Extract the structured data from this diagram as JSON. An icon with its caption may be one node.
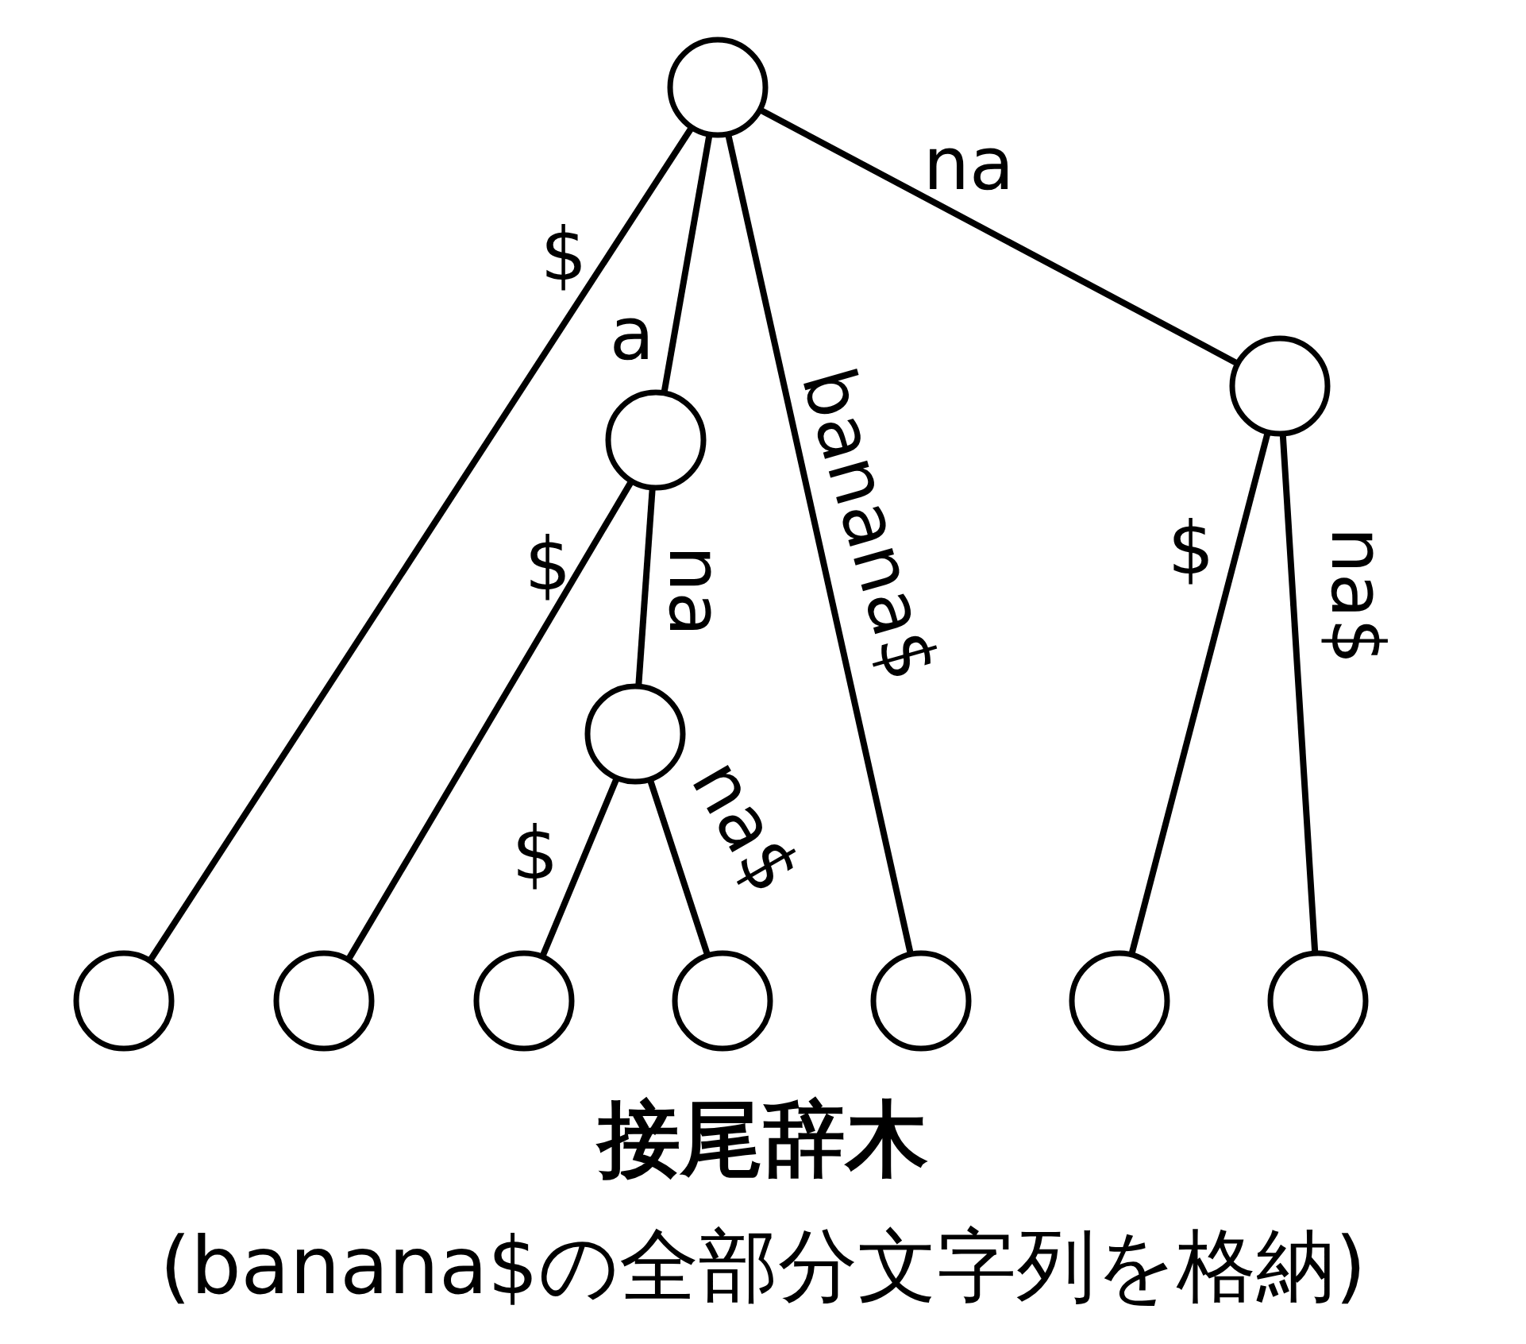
{
  "diagram": {
    "title": "接尾辞木",
    "caption": "(banana$の全部分文字列を格納)",
    "nodes": [
      {
        "text": [],
        "shape": "circle"
      },
      {
        "text": [],
        "shape": "circle"
      },
      {
        "text": [],
        "shape": "circle"
      },
      {
        "text": [],
        "shape": "circle"
      },
      {
        "text": [],
        "shape": "circle"
      },
      {
        "text": [],
        "shape": "circle"
      },
      {
        "text": [],
        "shape": "circle"
      },
      {
        "text": [],
        "shape": "circle"
      },
      {
        "text": [],
        "shape": "circle"
      },
      {
        "text": [],
        "shape": "circle"
      },
      {
        "text": [],
        "shape": "circle"
      }
    ],
    "edges": [
      {
        "from": 0,
        "to": 4,
        "arrow": "none",
        "label": "$"
      },
      {
        "from": 0,
        "to": 1,
        "arrow": "none",
        "label": "a"
      },
      {
        "from": 0,
        "to": 8,
        "arrow": "none",
        "label": "banana$"
      },
      {
        "from": 0,
        "to": 2,
        "arrow": "none",
        "label": "na"
      },
      {
        "from": 1,
        "to": 5,
        "arrow": "none",
        "label": "$"
      },
      {
        "from": 1,
        "to": 3,
        "arrow": "none",
        "label": "na"
      },
      {
        "from": 3,
        "to": 6,
        "arrow": "none",
        "label": "$"
      },
      {
        "from": 3,
        "to": 7,
        "arrow": "none",
        "label": "na$"
      },
      {
        "from": 2,
        "to": 9,
        "arrow": "none",
        "label": "$"
      },
      {
        "from": 2,
        "to": 10,
        "arrow": "none",
        "label": "na$"
      }
    ]
  }
}
